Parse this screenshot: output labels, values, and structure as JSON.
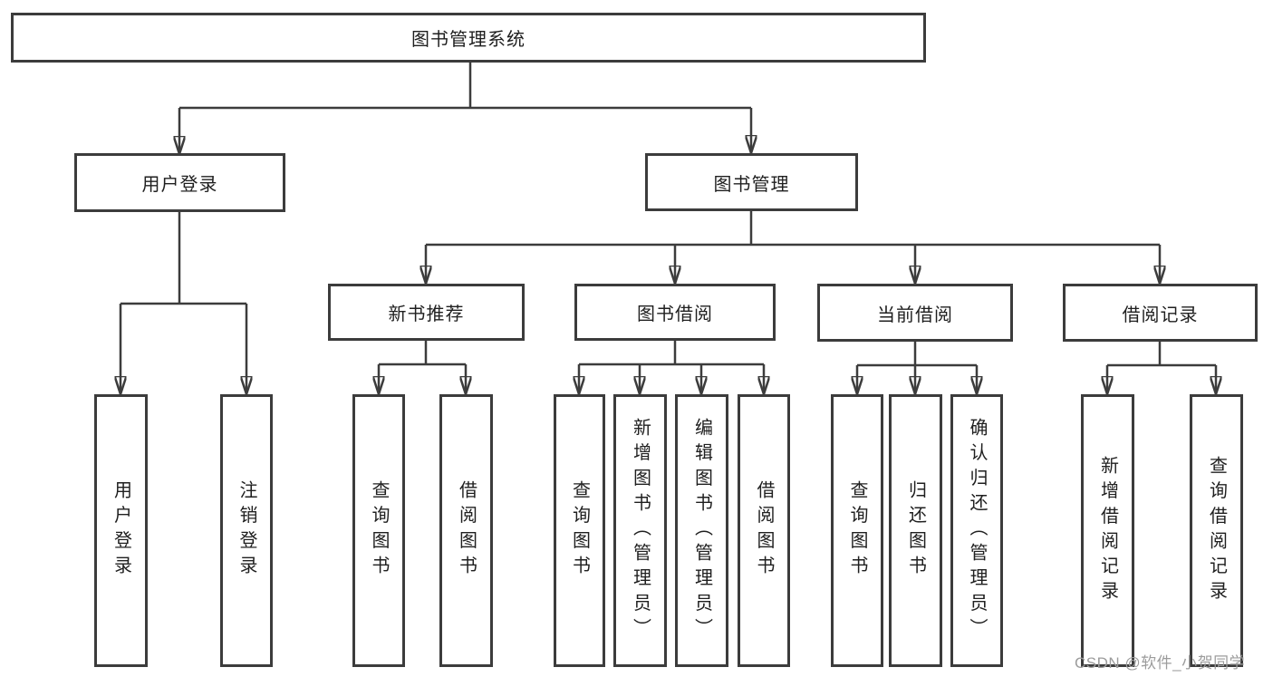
{
  "diagram": {
    "root": "图书管理系统",
    "level2": [
      "用户登录",
      "图书管理"
    ],
    "level3": [
      "新书推荐",
      "图书借阅",
      "当前借阅",
      "借阅记录"
    ],
    "leaves": {
      "login": [
        "用户登录",
        "注销登录"
      ],
      "recommend": [
        "查询图书",
        "借阅图书"
      ],
      "borrow": [
        "查询图书",
        "新增图书（管理员）",
        "编辑图书（管理员）",
        "借阅图书"
      ],
      "current": [
        "查询图书",
        "归还图书",
        "确认归还（管理员）"
      ],
      "records": [
        "新增借阅记录",
        "查询借阅记录"
      ]
    },
    "watermark": "CSDN @软件_小贺同学",
    "colors": {
      "line": "#3c3c3c",
      "text": "#1f1f1f",
      "background": "#ffffff",
      "watermark": "#9c9c9c"
    }
  }
}
